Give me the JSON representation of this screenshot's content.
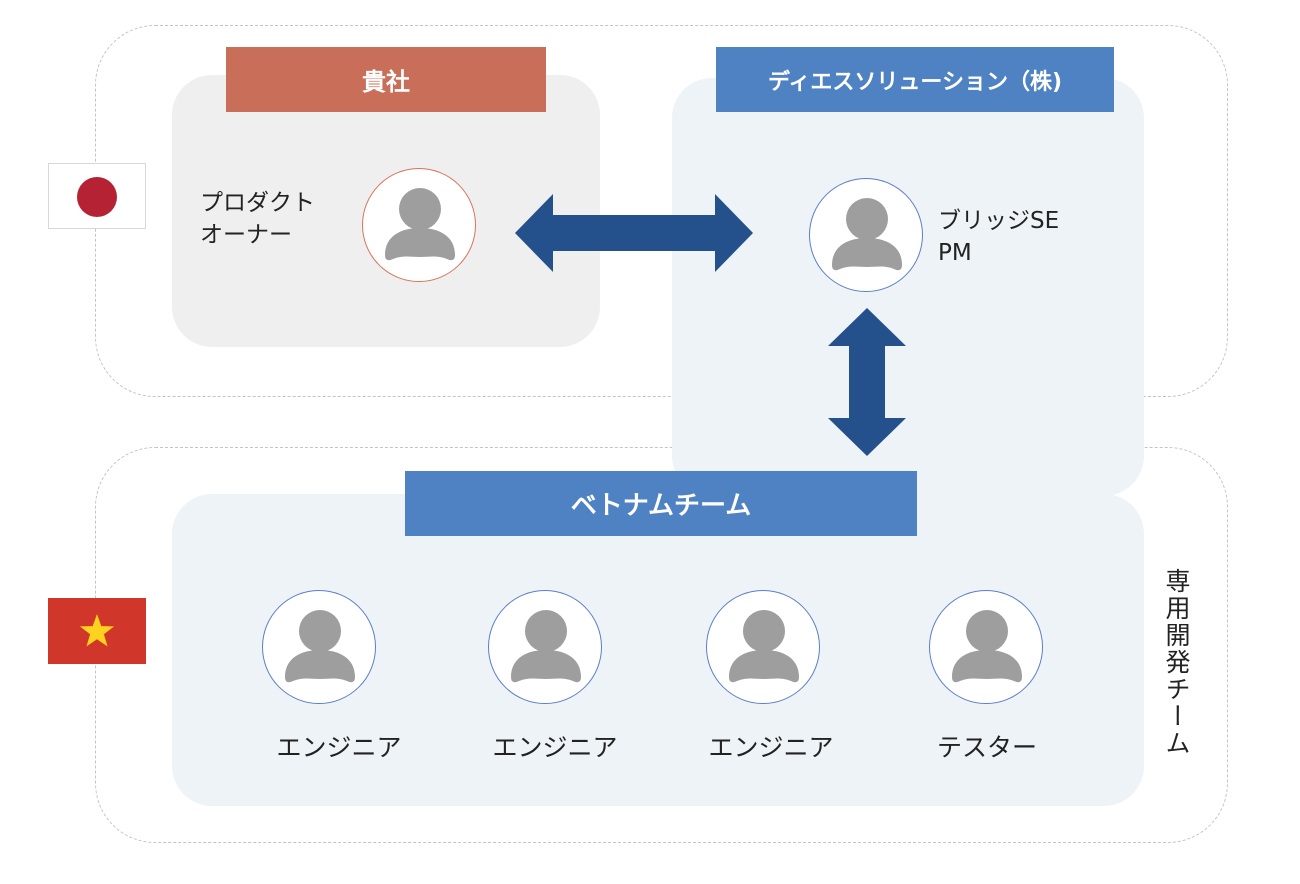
{
  "client_group": {
    "header": "貴社",
    "role_line1": "プロダクト",
    "role_line2": "オーナー"
  },
  "company_group": {
    "header": "ディエスソリューション（株)",
    "role_line1": "ブリッジSE",
    "role_line2": "PM"
  },
  "vietnam_team": {
    "header": "ベトナムチーム",
    "members": [
      "エンジニア",
      "エンジニア",
      "エンジニア",
      "テスター"
    ]
  },
  "dedicated_team_label": "専用開発チーム",
  "flags": {
    "japan": {
      "icon": "japan-flag-icon",
      "color": "#b52233"
    },
    "vietnam": {
      "icon": "vietnam-flag-icon",
      "color": "#d0372a",
      "star_color": "#ffd21f"
    }
  },
  "colors": {
    "client_header": "#c96e59",
    "company_header": "#4f82c3",
    "arrow": "#24508c",
    "avatar_grey": "#9e9e9e"
  }
}
